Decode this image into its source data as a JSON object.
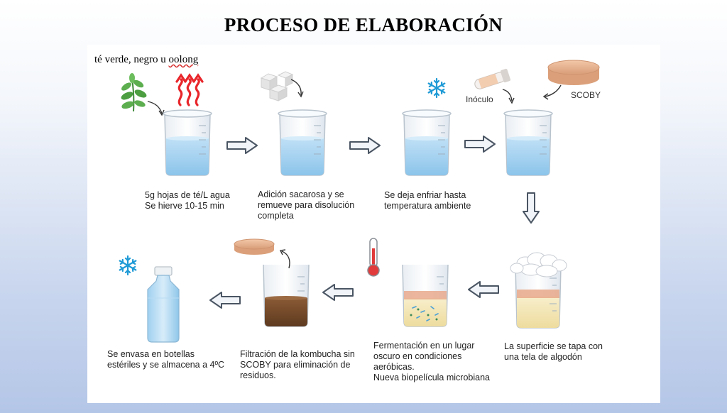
{
  "title": "PROCESO DE ELABORACIÓN",
  "subtitle": {
    "main": "té verde, negro u ",
    "underlined": "oolong"
  },
  "labels": {
    "inoculo": "Inóculo",
    "scoby": "SCOBY"
  },
  "steps": [
    {
      "lines": [
        "5g hojas de té/L agua",
        "Se hierve 10-15 min"
      ]
    },
    {
      "lines": [
        "Adición sacarosa y se",
        "remueve para disolución",
        "completa"
      ]
    },
    {
      "lines": [
        "Se deja enfriar hasta",
        "temperatura ambiente"
      ]
    },
    {
      "lines": [
        "La superficie se tapa con",
        "una tela de algodón"
      ]
    },
    {
      "lines": [
        "Fermentación en un lugar",
        "oscuro en condiciones",
        "aeróbicas.",
        "Nueva biopelícula microbiana"
      ]
    },
    {
      "lines": [
        "Filtración de la kombucha sin",
        "SCOBY para eliminación de",
        "residuos."
      ]
    },
    {
      "lines": [
        "Se envasa en botellas",
        "estériles y se almacena a 4ºC"
      ]
    }
  ]
}
